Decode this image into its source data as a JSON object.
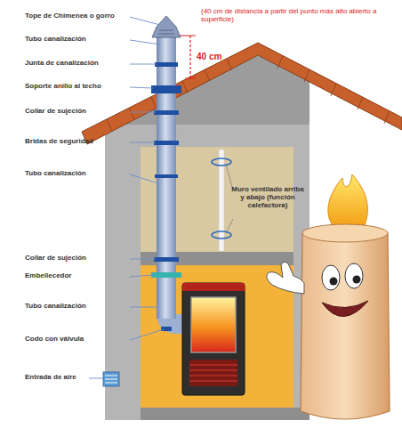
{
  "diagram": {
    "labels": [
      "(40 cm de distancia a partir del punto más alto abierto a superficie)",
      "40 cm",
      "Tope de Chimenea o gorro",
      "Tubo canalización",
      "Junta de canalización",
      "Soporte anillo al techo",
      "Collar de sujeción",
      "Bridas de seguridad",
      "Muro ventilado arriba y abajo (función calefactora)",
      "Tubo canalización",
      "Collar de sujeción",
      "Embellecedor",
      "Tubo canalización",
      "Codo con válvula",
      "Entrada de aire"
    ]
  }
}
